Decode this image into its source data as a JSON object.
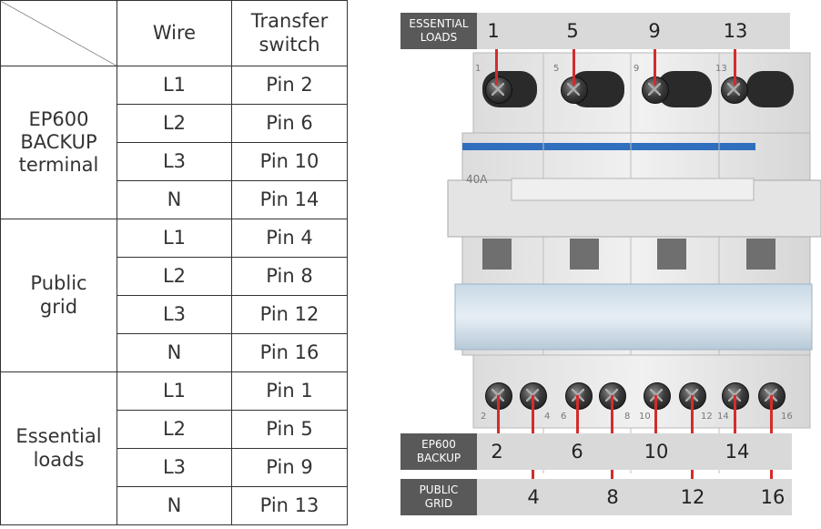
{
  "table": {
    "headers": {
      "wire": "Wire",
      "switch_line1": "Transfer",
      "switch_line2": "switch"
    },
    "groups": [
      {
        "name_lines": [
          "EP600",
          "BACKUP",
          "terminal"
        ],
        "rows": [
          {
            "wire": "L1",
            "pin": "Pin 2"
          },
          {
            "wire": "L2",
            "pin": "Pin 6"
          },
          {
            "wire": "L3",
            "pin": "Pin 10"
          },
          {
            "wire": "N",
            "pin": "Pin 14"
          }
        ]
      },
      {
        "name_lines": [
          "Public",
          "grid"
        ],
        "rows": [
          {
            "wire": "L1",
            "pin": "Pin 4"
          },
          {
            "wire": "L2",
            "pin": "Pin 8"
          },
          {
            "wire": "L3",
            "pin": "Pin 12"
          },
          {
            "wire": "N",
            "pin": "Pin 16"
          }
        ]
      },
      {
        "name_lines": [
          "Essential",
          "loads"
        ],
        "rows": [
          {
            "wire": "L1",
            "pin": "Pin 1"
          },
          {
            "wire": "L2",
            "pin": "Pin 5"
          },
          {
            "wire": "L3",
            "pin": "Pin 9"
          },
          {
            "wire": "N",
            "pin": "Pin 13"
          }
        ]
      }
    ]
  },
  "photo": {
    "essential": {
      "tag_line1": "ESSENTIAL",
      "tag_line2": "LOADS",
      "pins": [
        "1",
        "5",
        "9",
        "13"
      ]
    },
    "backup": {
      "tag_line1": "EP600",
      "tag_line2": "BACKUP",
      "pins": [
        "2",
        "6",
        "10",
        "14"
      ]
    },
    "grid": {
      "tag_line1": "PUBLIC",
      "tag_line2": "GRID",
      "pins": [
        "4",
        "8",
        "12",
        "16"
      ]
    },
    "rating": "40A",
    "top_marks": [
      "1",
      "5",
      "9",
      "13"
    ],
    "bottom_marks": [
      "2",
      "4",
      "6",
      "8",
      "10",
      "12",
      "14",
      "16"
    ],
    "colors": {
      "wire": "#d42c2c",
      "tag": "#595959",
      "bar": "#d9d9d9",
      "stripe": "#2f6fbd"
    }
  }
}
